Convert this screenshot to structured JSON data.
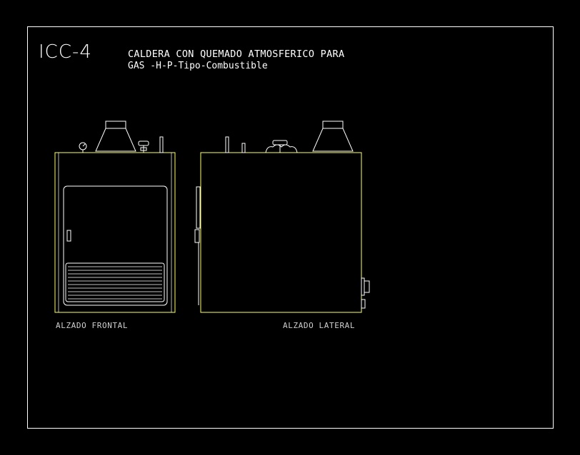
{
  "sheet": {
    "code": "ICC-4",
    "title_line1": "CALDERA CON QUEMADO ATMOSFERICO PARA",
    "title_line2": "GAS -H-P-Tipo-Combustible"
  },
  "views": {
    "front_label": "ALZADO FRONTAL",
    "side_label": "ALZADO LATERAL"
  },
  "colors": {
    "background": "#000000",
    "frame": "#ffffff",
    "outline": "#ffff66",
    "text": "#ffffff"
  }
}
